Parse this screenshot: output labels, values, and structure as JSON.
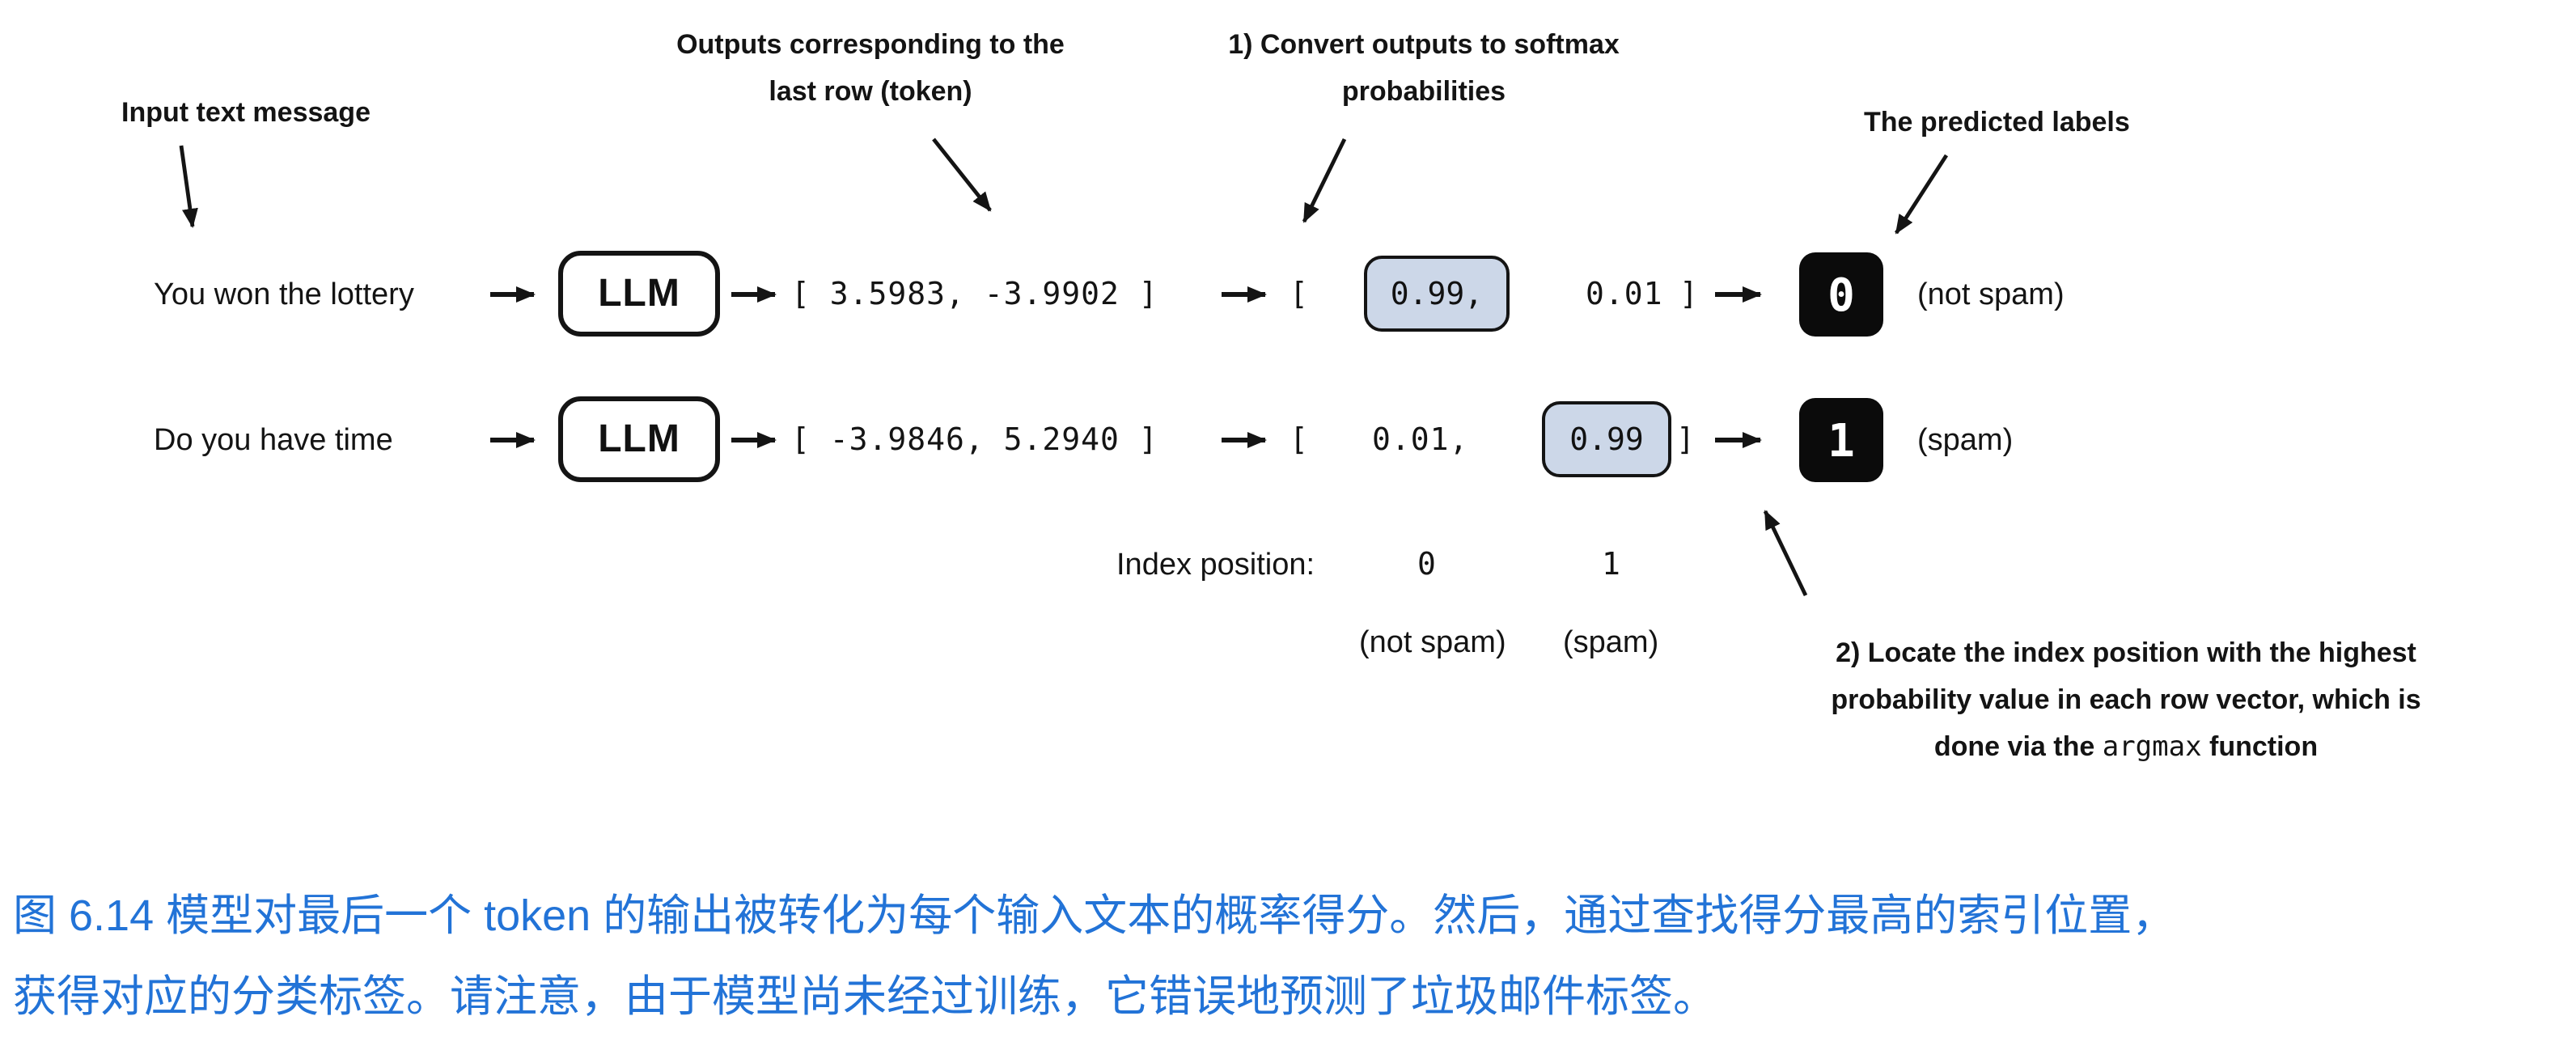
{
  "figure": {
    "annotations": {
      "input_text": "Input text message",
      "outputs_line1": "Outputs corresponding to the",
      "outputs_line2": "last row (token)",
      "softmax_line1": "1) Convert outputs to softmax",
      "softmax_line2": "probabilities",
      "predicted_labels": "The predicted labels",
      "argmax_line1": "2) Locate the index position with the highest",
      "argmax_line2": "probability value in each row vector, which is",
      "argmax_line3_prefix": "done via the ",
      "argmax_code": "argmax",
      "argmax_line3_suffix": " function"
    },
    "rows": [
      {
        "input": "You won the lottery",
        "llm": "LLM",
        "logits": "[ 3.5983,  -3.9902 ]",
        "prob_open": "[",
        "prob_highlight": "0.99,",
        "prob_other": "0.01",
        "prob_close": "]",
        "label": "0",
        "label_text": "(not spam)"
      },
      {
        "input": "Do you have time",
        "llm": "LLM",
        "logits": "[ -3.9846,  5.2940 ]",
        "prob_open": "[",
        "prob_other": "0.01,",
        "prob_highlight": "0.99",
        "prob_close": "]",
        "label": "1",
        "label_text": "(spam)"
      }
    ],
    "index_row": {
      "label": "Index position:",
      "col0": "0",
      "col1": "1",
      "col0_label": "(not spam)",
      "col1_label": "(spam)"
    },
    "caption": {
      "line1": "图 6.14 模型对最后一个 token 的输出被转化为每个输入文本的概率得分。然后，通过查找得分最高的索引位置，",
      "line2": "获得对应的分类标签。请注意，由于模型尚未经过训练，它错误地预测了垃圾邮件标签。"
    },
    "colors": {
      "highlight_fill": "#ccd7e8",
      "label_box": "#0b0b0b",
      "caption_blue": "#2273d7"
    }
  }
}
